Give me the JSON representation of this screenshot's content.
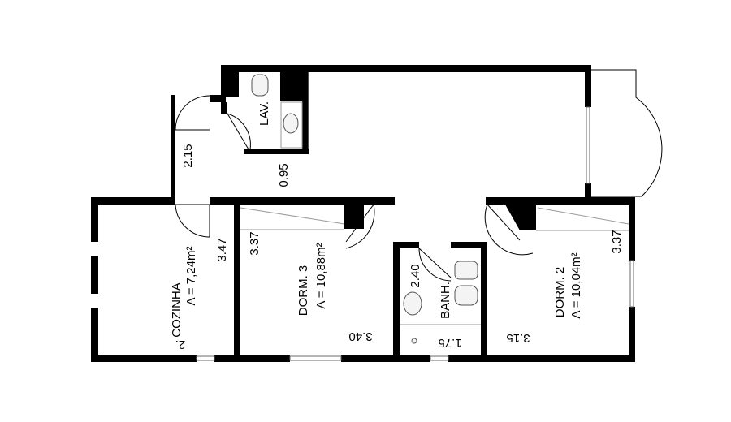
{
  "rooms": {
    "cozinha": {
      "name": "COZINHA",
      "area": "A = 7,24m²"
    },
    "dorm3": {
      "name": "DORM. 3",
      "area": "A = 10,88m²"
    },
    "dorm2": {
      "name": "DORM. 2",
      "area": "A = 10,04m²"
    },
    "banh": {
      "name": "BANH."
    },
    "lav": {
      "name": "LAV."
    }
  },
  "dimensions": {
    "hall_depth": "2.15",
    "lav_width": "0.95",
    "cozinha_height": "3.47",
    "dorm3_height": "3.37",
    "dorm3_width": "3.40",
    "banh_height": "2.40",
    "banh_width": "1.75",
    "dorm2_width": "3.15",
    "dorm2_height": "3.37",
    "cozinha_width": "2."
  },
  "colors": {
    "wall": "#000000",
    "background": "#ffffff"
  }
}
